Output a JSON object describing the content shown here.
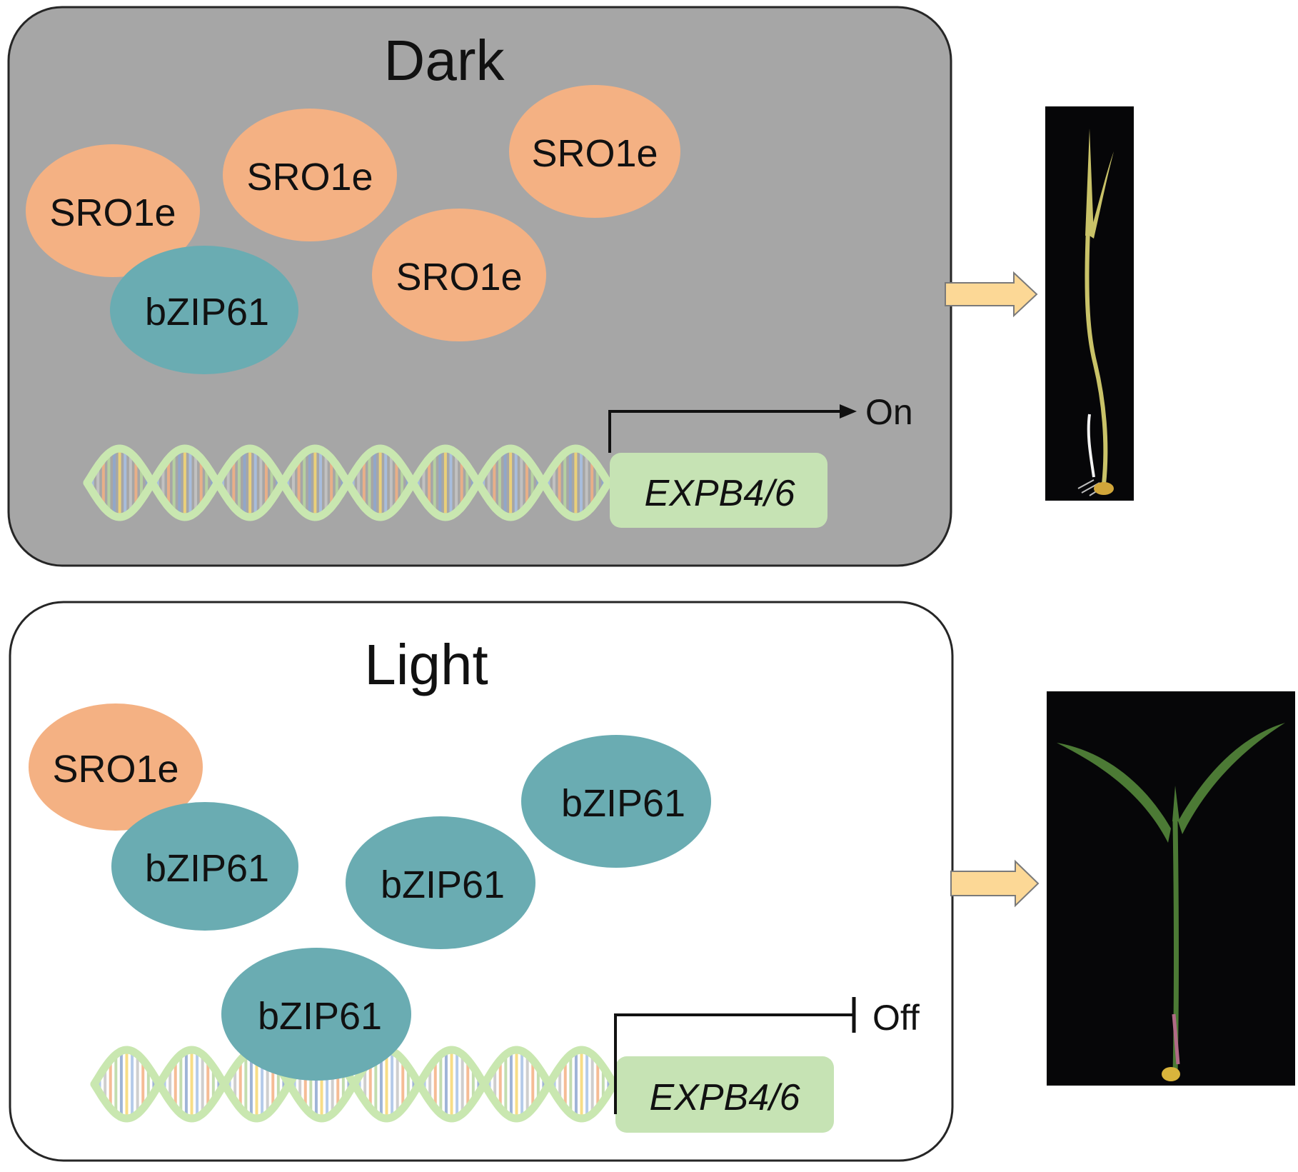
{
  "colors": {
    "dark_panel_fill": "#a6a6a6",
    "light_panel_fill": "#ffffff",
    "panel_border": "#262626",
    "sro1e": "#f4b183",
    "bzip61": "#6aacb2",
    "gene_box": "#c6e3b4",
    "dna_strand": "#c9e7b0",
    "arrow_fill": "#fcd896",
    "arrow_stroke": "#7a7a7a",
    "photo_bg": "#060608",
    "dark_seedling": "#c9c268",
    "light_seedling": "#4c7a35"
  },
  "dark_panel": {
    "title": "Dark",
    "proteins": [
      {
        "label": "SRO1e",
        "kind": "sro1e"
      },
      {
        "label": "SRO1e",
        "kind": "sro1e"
      },
      {
        "label": "SRO1e",
        "kind": "sro1e"
      },
      {
        "label": "SRO1e",
        "kind": "sro1e"
      },
      {
        "label": "bZIP61",
        "kind": "bzip61"
      }
    ],
    "gene_label": "EXPB4/6",
    "status": "On"
  },
  "light_panel": {
    "title": "Light",
    "proteins": [
      {
        "label": "SRO1e",
        "kind": "sro1e"
      },
      {
        "label": "bZIP61",
        "kind": "bzip61"
      },
      {
        "label": "bZIP61",
        "kind": "bzip61"
      },
      {
        "label": "bZIP61",
        "kind": "bzip61"
      },
      {
        "label": "bZIP61",
        "kind": "bzip61"
      }
    ],
    "gene_label": "EXPB4/6",
    "status": "Off"
  }
}
